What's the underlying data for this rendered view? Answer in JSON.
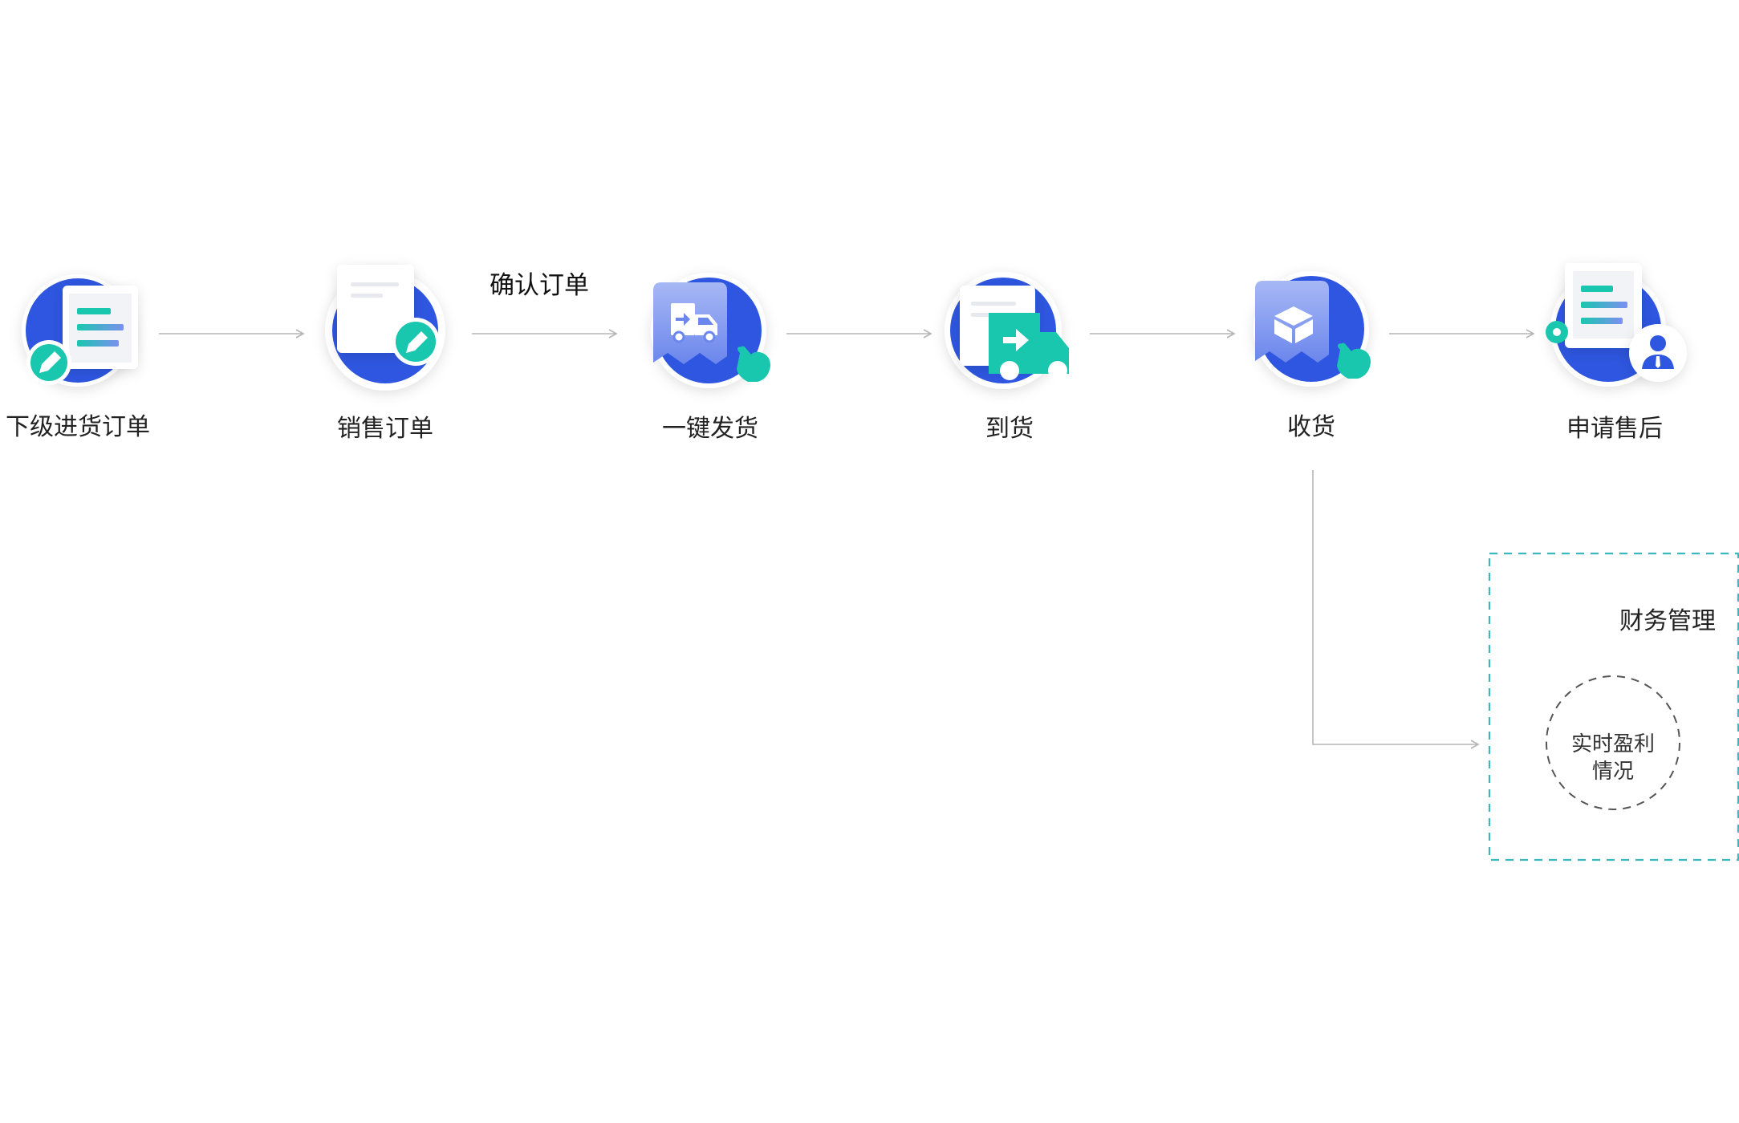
{
  "steps": [
    {
      "label": "下级进货订单",
      "icon": "order-edit-icon"
    },
    {
      "label": "销售订单",
      "icon": "sales-order-edit-icon"
    },
    {
      "label": "一键发货",
      "icon": "delivery-truck-tap-icon"
    },
    {
      "label": "到货",
      "icon": "arrival-truck-icon"
    },
    {
      "label": "收货",
      "icon": "receive-box-tap-icon"
    },
    {
      "label": "申请售后",
      "icon": "after-sales-service-icon"
    }
  ],
  "connector_label": "确认订单",
  "finance": {
    "title": "财务管理",
    "item_line1": "实时盈利",
    "item_line2": "情况"
  },
  "colors": {
    "primary_blue": "#2E56E0",
    "teal": "#19C7AE",
    "arrow": "#B5B5B5",
    "dashed_box": "#3BB8C0"
  }
}
